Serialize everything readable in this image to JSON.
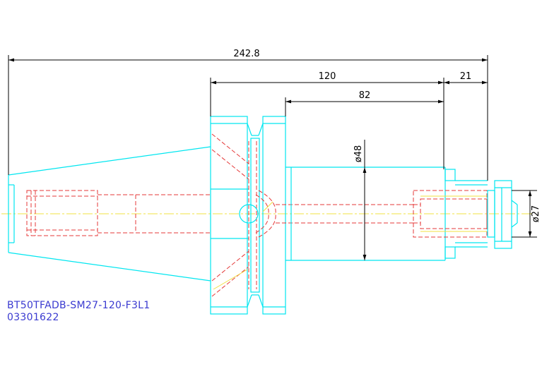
{
  "colors": {
    "outline": "#00e6f0",
    "hidden": "#e53838",
    "centerline": "#f0e040",
    "dimension": "#000000",
    "text": "#3a3ad0"
  },
  "dimensions": {
    "overall_length": "242.8",
    "gauge_to_end": "120",
    "flange_to_end": "82",
    "nut_length": "21",
    "body_diameter": "ø48",
    "nose_diameter": "ø27"
  },
  "part": {
    "model": "BT50TFADB-SM27-120-F3L1",
    "code": "03301622"
  }
}
